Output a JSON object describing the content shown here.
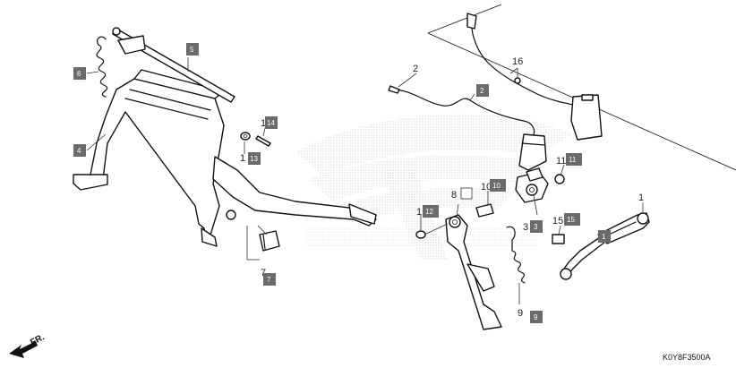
{
  "diagram_code": "K0Y8F3500A",
  "direction_label": "FR.",
  "colors": {
    "box_fill": "#6b6b6b",
    "box_text": "#ffffff",
    "line": "#111111",
    "watermark": "#c9c9c9"
  },
  "callouts": [
    {
      "id": "c1",
      "label": "1"
    },
    {
      "id": "c1b",
      "box": "1"
    },
    {
      "id": "c2",
      "label": "2"
    },
    {
      "id": "c2b",
      "box": "2"
    },
    {
      "id": "c3",
      "label": "3"
    },
    {
      "id": "c3b",
      "box": "3"
    },
    {
      "id": "c4b",
      "box": "4"
    },
    {
      "id": "c5b",
      "box": "5"
    },
    {
      "id": "c6b",
      "box": "6"
    },
    {
      "id": "c7",
      "label": "7"
    },
    {
      "id": "c7b",
      "box": "7"
    },
    {
      "id": "c8",
      "label": "8"
    },
    {
      "id": "c9",
      "label": "9"
    },
    {
      "id": "c9b",
      "box": "9"
    },
    {
      "id": "c10",
      "label": "10"
    },
    {
      "id": "c10b",
      "box": "10"
    },
    {
      "id": "c11",
      "label": "11"
    },
    {
      "id": "c11b",
      "box": "11"
    },
    {
      "id": "c12",
      "label": "1"
    },
    {
      "id": "c12b",
      "box": "12"
    },
    {
      "id": "c13",
      "label": "1"
    },
    {
      "id": "c13b",
      "box": "13"
    },
    {
      "id": "c14",
      "label": "1"
    },
    {
      "id": "c14b",
      "box": "14"
    },
    {
      "id": "c15",
      "label": "15"
    },
    {
      "id": "c15b",
      "box": "15"
    },
    {
      "id": "c16",
      "label": "16"
    }
  ]
}
